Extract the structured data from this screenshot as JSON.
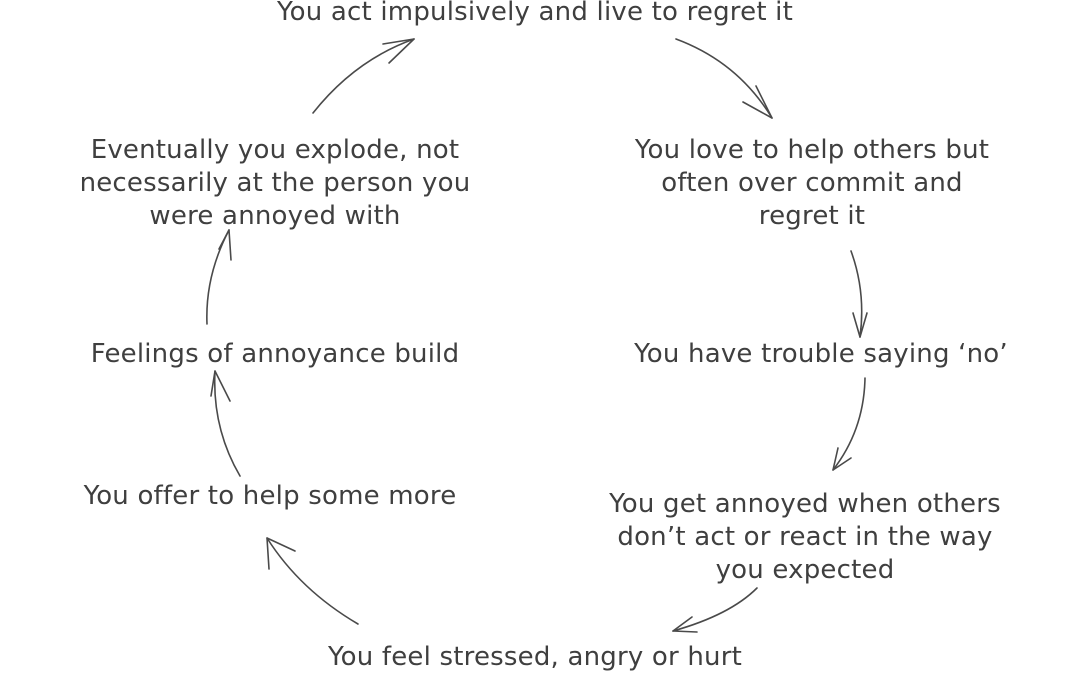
{
  "diagram": {
    "type": "cycle",
    "nodes": [
      {
        "id": "act-impulsively",
        "lines": [
          "You act impulsively and live to regret it"
        ]
      },
      {
        "id": "love-to-help",
        "lines": [
          "You love to help others but",
          "often over commit and",
          "regret it"
        ]
      },
      {
        "id": "trouble-saying-no",
        "lines": [
          "You have trouble saying ‘no’"
        ]
      },
      {
        "id": "get-annoyed",
        "lines": [
          "You get annoyed when others",
          "don’t act or react in the way",
          "you expected"
        ]
      },
      {
        "id": "feel-stressed",
        "lines": [
          "You feel stressed, angry or hurt"
        ]
      },
      {
        "id": "offer-to-help",
        "lines": [
          "You offer to help some more"
        ]
      },
      {
        "id": "annoyance-build",
        "lines": [
          "Feelings of annoyance build"
        ]
      },
      {
        "id": "explode",
        "lines": [
          "Eventually you explode, not",
          "necessarily at the person you",
          "were annoyed with"
        ]
      }
    ],
    "edges": [
      {
        "from": "act-impulsively",
        "to": "love-to-help"
      },
      {
        "from": "love-to-help",
        "to": "trouble-saying-no"
      },
      {
        "from": "trouble-saying-no",
        "to": "get-annoyed"
      },
      {
        "from": "get-annoyed",
        "to": "feel-stressed"
      },
      {
        "from": "feel-stressed",
        "to": "offer-to-help"
      },
      {
        "from": "offer-to-help",
        "to": "annoyance-build"
      },
      {
        "from": "annoyance-build",
        "to": "explode"
      },
      {
        "from": "explode",
        "to": "act-impulsively"
      }
    ],
    "colors": {
      "text": "#3f3f3f",
      "arrow": "#4a4a4a",
      "background": "#ffffff"
    }
  }
}
